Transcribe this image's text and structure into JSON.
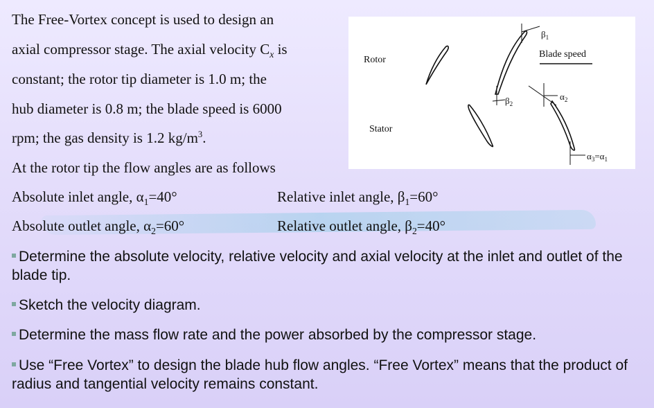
{
  "intro": {
    "l1": "The Free-Vortex concept is used to design an",
    "l2a": "axial compressor stage. The axial velocity C",
    "l2sub": "x",
    "l2b": " is",
    "l3": "constant; the rotor tip diameter is 1.0 m; the",
    "l4": "hub diameter is 0.8 m; the blade speed is 6000",
    "l5a": "rpm; the gas density is 1.2 kg/m",
    "l5sup": "3",
    "l5b": ".",
    "l6": "At the rotor tip the flow angles are as follows"
  },
  "angles": {
    "abs_in_a": "Absolute inlet angle, α",
    "abs_in_sub": "1",
    "abs_in_b": "=40°",
    "rel_in_a": "Relative inlet angle, β",
    "rel_in_sub": "1",
    "rel_in_b": "=60°",
    "abs_out_a": "Absolute outlet angle, α",
    "abs_out_sub": "2",
    "abs_out_b": "=60°",
    "rel_out_a": "Relative outlet angle, β",
    "rel_out_sub": "2",
    "rel_out_b": "=40°"
  },
  "tasks": [
    "Determine the absolute velocity, relative velocity and axial velocity at the inlet and outlet of the blade tip.",
    "Sketch the velocity diagram.",
    "Determine the mass flow rate and the power absorbed by the compressor stage.",
    "Use “Free Vortex” to design the blade hub flow angles. “Free Vortex” means that the product of radius and tangential velocity remains constant."
  ],
  "figure": {
    "rotor_label": "Rotor",
    "stator_label": "Stator",
    "blade_speed_label": "Blade speed",
    "beta1": "β",
    "beta1_sub": "1",
    "beta2": "β",
    "beta2_sub": "2",
    "alpha2": "α",
    "alpha2_sub": "2",
    "alpha3": "α",
    "alpha3_sub": "3",
    "alpha3_eq": "=α",
    "alpha1_sub": "1"
  },
  "colors": {
    "background_top": "#eeeaff",
    "background_bottom": "#d9d0f8",
    "bullet": "#7fa8a0",
    "swoosh": "#96cde6"
  }
}
